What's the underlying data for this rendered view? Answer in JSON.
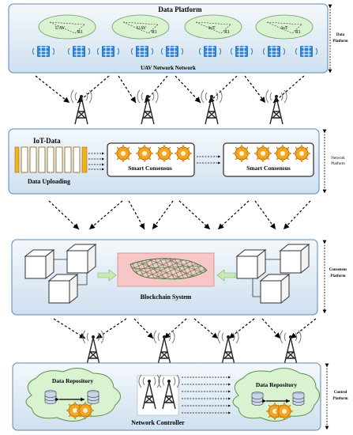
{
  "layers": {
    "data_platform": {
      "title": "Data Platform",
      "side_label": [
        "Data",
        "Platform"
      ],
      "bottom_label": "UAV Network Network",
      "clouds": [
        {
          "left": "UAV",
          "right": "R1"
        },
        {
          "left": "UAV",
          "right": "R1"
        },
        {
          "left": "IoT",
          "right": "R1"
        },
        {
          "left": "IoT",
          "right": "R1"
        }
      ]
    },
    "network_platform": {
      "title": "IoT-Data",
      "upload_label": "Data Uploading",
      "consensus_boxes": [
        "Smart Consensus",
        "Smart Consensus"
      ],
      "side_label": [
        "Network",
        "Platform"
      ]
    },
    "consensus_platform": {
      "center_label": "Blockchain System",
      "side_label": [
        "Consensus",
        "Platform"
      ]
    },
    "control_platform": {
      "repositories": [
        "Data Repository",
        "Data Repository"
      ],
      "bottom_label": "Network Controller",
      "side_label": [
        "Control",
        "Platform"
      ]
    }
  },
  "colors": {
    "panel_fill_top": "#f4f8fc",
    "panel_fill_bottom": "#cfe0ef",
    "panel_stroke": "#5b87b5",
    "cloud_fill": "#d9f2d0",
    "gear_fill": "#f5a623",
    "pipe_fill": "#f2b21c",
    "blockchain_bg": "#f7c7c7",
    "blockchain_net": "#2f6b2f"
  }
}
